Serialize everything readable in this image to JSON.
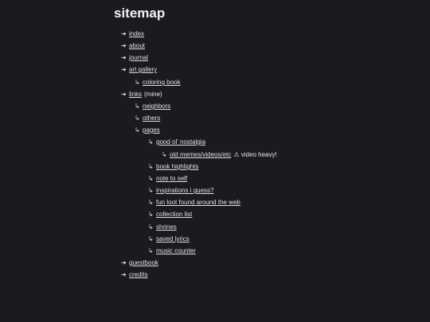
{
  "page": {
    "title": "sitemap"
  },
  "top_arrow": "➜",
  "sub_arrow": "↳",
  "items": [
    {
      "label": "index"
    },
    {
      "label": "about"
    },
    {
      "label": "journal"
    },
    {
      "label": "art gallery"
    },
    {
      "label": "coloring book"
    },
    {
      "label": "links",
      "note": "(mine)"
    },
    {
      "label": "neighbors"
    },
    {
      "label": "others"
    },
    {
      "label": "pages"
    },
    {
      "label": "good ol' nostalgia"
    },
    {
      "label": "old memes/videos/etc",
      "warning": "⚠ video heavy!"
    },
    {
      "label": "book highlights"
    },
    {
      "label": "note to self"
    },
    {
      "label": "inspirations i guess?"
    },
    {
      "label": "fun loot found around the web"
    },
    {
      "label": "collection list"
    },
    {
      "label": "shrines"
    },
    {
      "label": "saved lyrics"
    },
    {
      "label": "music counter"
    },
    {
      "label": "guestbook"
    },
    {
      "label": "credits"
    }
  ]
}
